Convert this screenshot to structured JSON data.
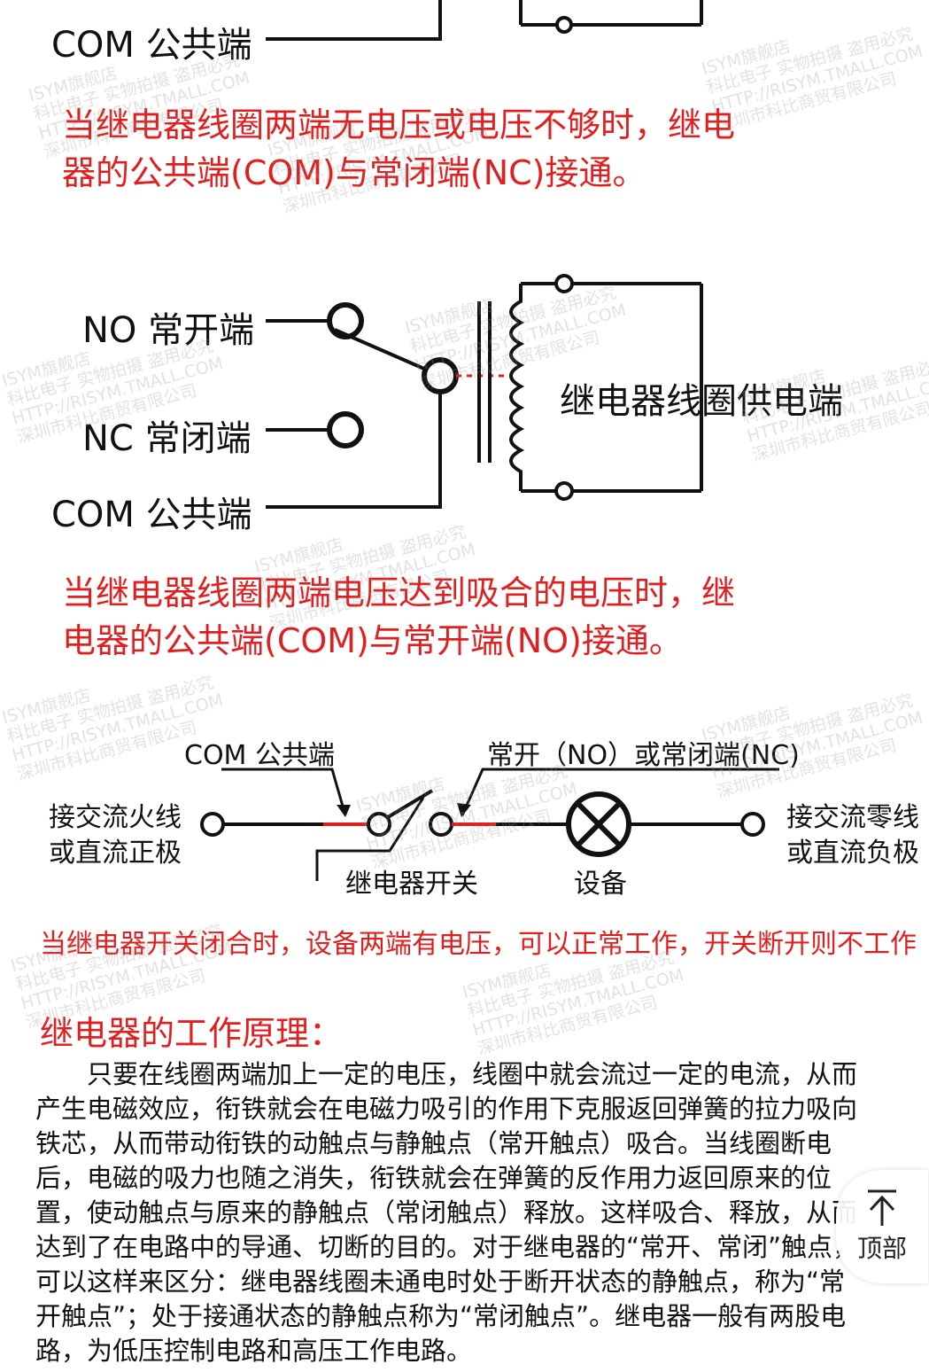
{
  "diagram1": {
    "com_label": "COM 公共端"
  },
  "caption1": {
    "line1": "当继电器线圈两端无电压或电压不够时，继电",
    "line2": "器的公共端(COM)与常闭端(NC)接通。"
  },
  "diagram2": {
    "no_label": "NO 常开端",
    "nc_label": "NC 常闭端",
    "com_label": "COM 公共端",
    "coil_label": "继电器线圈供电端"
  },
  "caption2": {
    "line1": "当继电器线圈两端电压达到吸合的电压时，继",
    "line2": "电器的公共端(COM)与常开端(NO)接通。"
  },
  "diagram3": {
    "com_label": "COM 公共端",
    "no_nc_label": "常开（NO）或常闭端(NC)",
    "left_line1": "接交流火线",
    "left_line2": "或直流正极",
    "right_line1": "接交流零线",
    "right_line2": "或直流负极",
    "switch_label": "继电器开关",
    "device_label": "设备"
  },
  "caption3": "当继电器开关闭合时，设备两端有电压，可以正常工作，开关断开则不工作",
  "section": {
    "heading": "继电器的工作原理：",
    "paragraph": "只要在线圈两端加上一定的电压，线圈中就会流过一定的电流，从而产生电磁效应，衔铁就会在电磁力吸引的作用下克服返回弹簧的拉力吸向铁芯，从而带动衔铁的动触点与静触点（常开触点）吸合。当线圈断电后，电磁的吸力也随之消失，衔铁就会在弹簧的反作用力返回原来的位置，使动触点与原来的静触点（常闭触点）释放。这样吸合、释放，从而达到了在电路中的导通、切断的目的。对于继电器的“常开、常闭”触点，可以这样来区分：继电器线圈未通电时处于断开状态的静触点，称为“常开触点”；处于接通状态的静触点称为“常闭触点”。继电器一般有两股电路，为低压控制电路和高压工作电路。"
  },
  "watermark": {
    "line1": "ISYM旗舰店",
    "line2": "科比电子 实物拍摄 盗用必究",
    "line3": "HTTP://RISYM.TMALL.COM",
    "line4": "深圳市科比商贸有限公司"
  },
  "back_to_top": {
    "label": "顶部",
    "icon": "arrow-up-icon"
  },
  "colors": {
    "accent_red": "#e02020",
    "line": "#111111"
  }
}
